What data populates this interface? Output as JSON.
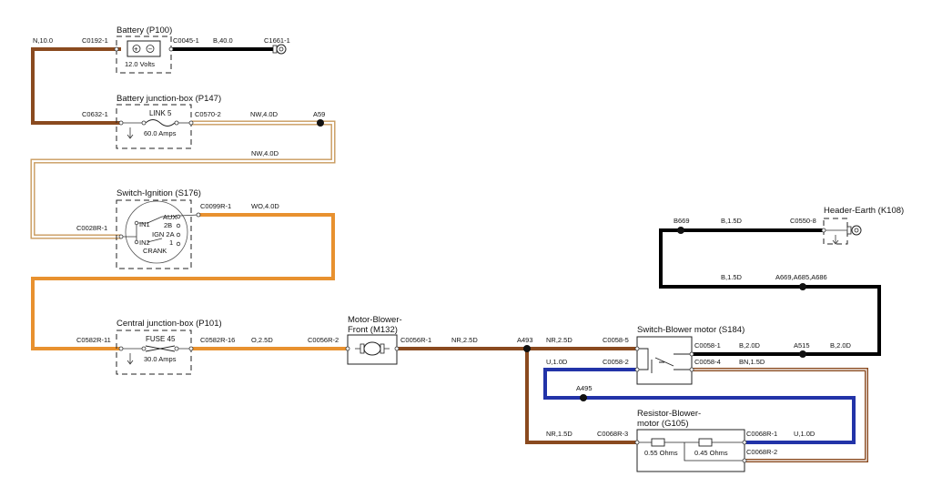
{
  "battery": {
    "title": "Battery (P100)",
    "voltage": "12.0 Volts",
    "left_conn": "C0192-1",
    "right_conn": "C0045-1",
    "far_conn": "C1661-1",
    "wire_left": "N,10.0",
    "wire_right": "B,40.0",
    "plus": "+",
    "minus": "−"
  },
  "battery_jbox": {
    "title": "Battery junction-box (P147)",
    "left_conn": "C0632-1",
    "right_conn": "C0570-2",
    "link": "LINK 5",
    "amps": "60.0 Amps",
    "wire": "NW,4.0D",
    "splice": "A59",
    "wire_return": "NW,4.0D"
  },
  "ignition": {
    "title": "Switch-Ignition (S176)",
    "left_conn": "C0028R-1",
    "right_conn": "C0099R-1",
    "wire": "WO,4.0D",
    "aux": "AUX",
    "in1": "IN1",
    "in2": "IN2",
    "ign2a": "IGN 2A",
    "pos2b": "2B",
    "crank": "CRANK",
    "pos1": "1"
  },
  "central_jbox": {
    "title": "Central junction-box (P101)",
    "left_conn": "C0582R-11",
    "right_conn": "C0582R-16",
    "fuse": "FUSE 45",
    "amps": "30.0 Amps",
    "wire": "O,2.5D"
  },
  "motor": {
    "title_1": "Motor-Blower-",
    "title_2": "Front (M132)",
    "left_conn": "C0056R-2",
    "right_conn": "C0056R-1",
    "wire": "NR,2.5D"
  },
  "splices": {
    "a493": "A493",
    "a495": "A495",
    "a515": "A515",
    "a669": "A669,A685,A686",
    "b669": "B669"
  },
  "switch_blower": {
    "title": "Switch-Blower motor (S184)",
    "c5": "C0058-5",
    "c2": "C0058-2",
    "c1": "C0058-1",
    "c4": "C0058-4",
    "wire_in": "NR,2.5D",
    "wire_u": "U,1.0D",
    "wire_b": "B,2.0D",
    "wire_bn": "BN,1.5D",
    "wire_b2": "B,2.0D"
  },
  "header_earth": {
    "title": "Header-Earth (K108)",
    "conn": "C0550-8",
    "wire": "B,1.5D",
    "wire_vertical": "B,1.5D"
  },
  "resistor": {
    "title_1": "Resistor-Blower-",
    "title_2": "motor (G105)",
    "c3": "C0068R-3",
    "c1": "C0068R-1",
    "c2": "C0068R-2",
    "r1": "0.55 Ohms",
    "r2": "0.45 Ohms",
    "wire_in": "NR,1.5D",
    "wire_u": "U,1.0D"
  },
  "colors": {
    "brown": "#8a4a1f",
    "orange": "#e8912f",
    "black": "#000000",
    "blue": "#2233a8",
    "white_wire": "#c89a5c"
  }
}
